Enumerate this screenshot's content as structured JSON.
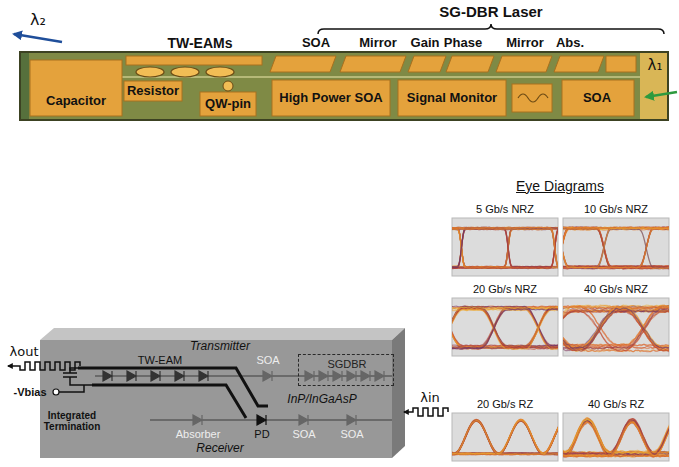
{
  "diagram": {
    "nodes": [
      {
        "text": [
          "Transmitter",
          "InP/InGaAsP",
          "Receiver"
        ]
      },
      {
        "text": [
          "SGDBR"
        ],
        "in": 0
      },
      {
        "text": [
          "5 Gb/s NRZ"
        ]
      },
      {
        "text": [
          "10 Gb/s NRZ"
        ]
      },
      {
        "text": [
          "20 Gb/s NRZ"
        ]
      },
      {
        "text": [
          "40 Gb/s NRZ"
        ]
      },
      {
        "text": [
          "20 Gb/s RZ"
        ]
      },
      {
        "text": [
          "40 Gb/s RZ"
        ]
      }
    ],
    "labels": [
      "SG-DBR Laser",
      "TW-EAMs",
      "SOA",
      "Mirror",
      "Gain",
      "Phase",
      "Mirror",
      "Abs.",
      "λ₂",
      "λ₁",
      "Capacitor",
      "Resistor",
      "QW-pin",
      "High Power SOA",
      "Signal Monitor",
      "SOA",
      "Eye Diagrams",
      "λout",
      "-Vbias",
      "TW-EAM",
      "SOA",
      "Integrated Termination",
      "Absorber",
      "PD",
      "SOA",
      "SOA",
      "λin"
    ]
  }
}
